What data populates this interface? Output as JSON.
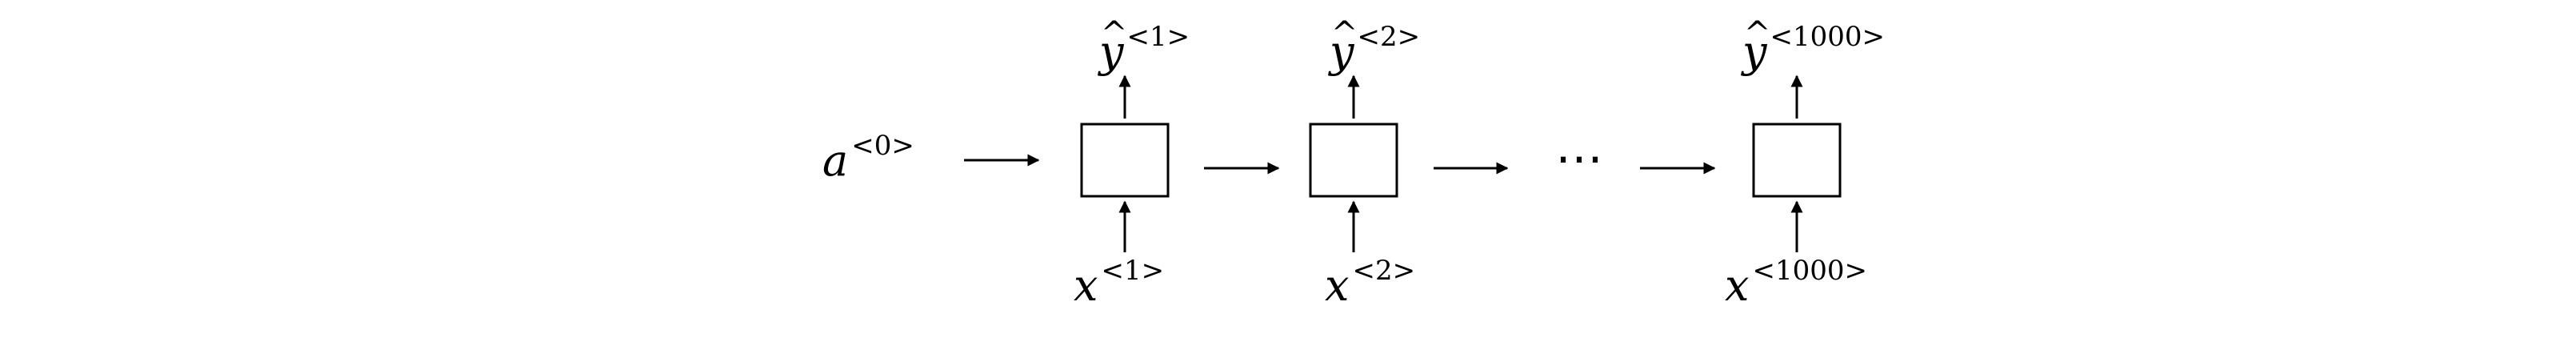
{
  "initial_state": {
    "symbol": "a",
    "superscript": "<0>"
  },
  "cells": [
    {
      "input": {
        "symbol": "x",
        "superscript": "<1>"
      },
      "output": {
        "symbol": "y",
        "hat": "^",
        "superscript": "<1>"
      }
    },
    {
      "input": {
        "symbol": "x",
        "superscript": "<2>"
      },
      "output": {
        "symbol": "y",
        "hat": "^",
        "superscript": "<2>"
      }
    },
    {
      "input": {
        "symbol": "x",
        "superscript": "<1000>"
      },
      "output": {
        "symbol": "y",
        "hat": "^",
        "superscript": "<1000>"
      }
    }
  ],
  "ellipsis": "⋯",
  "colors": {
    "stroke": "#000000",
    "background": "#ffffff"
  }
}
